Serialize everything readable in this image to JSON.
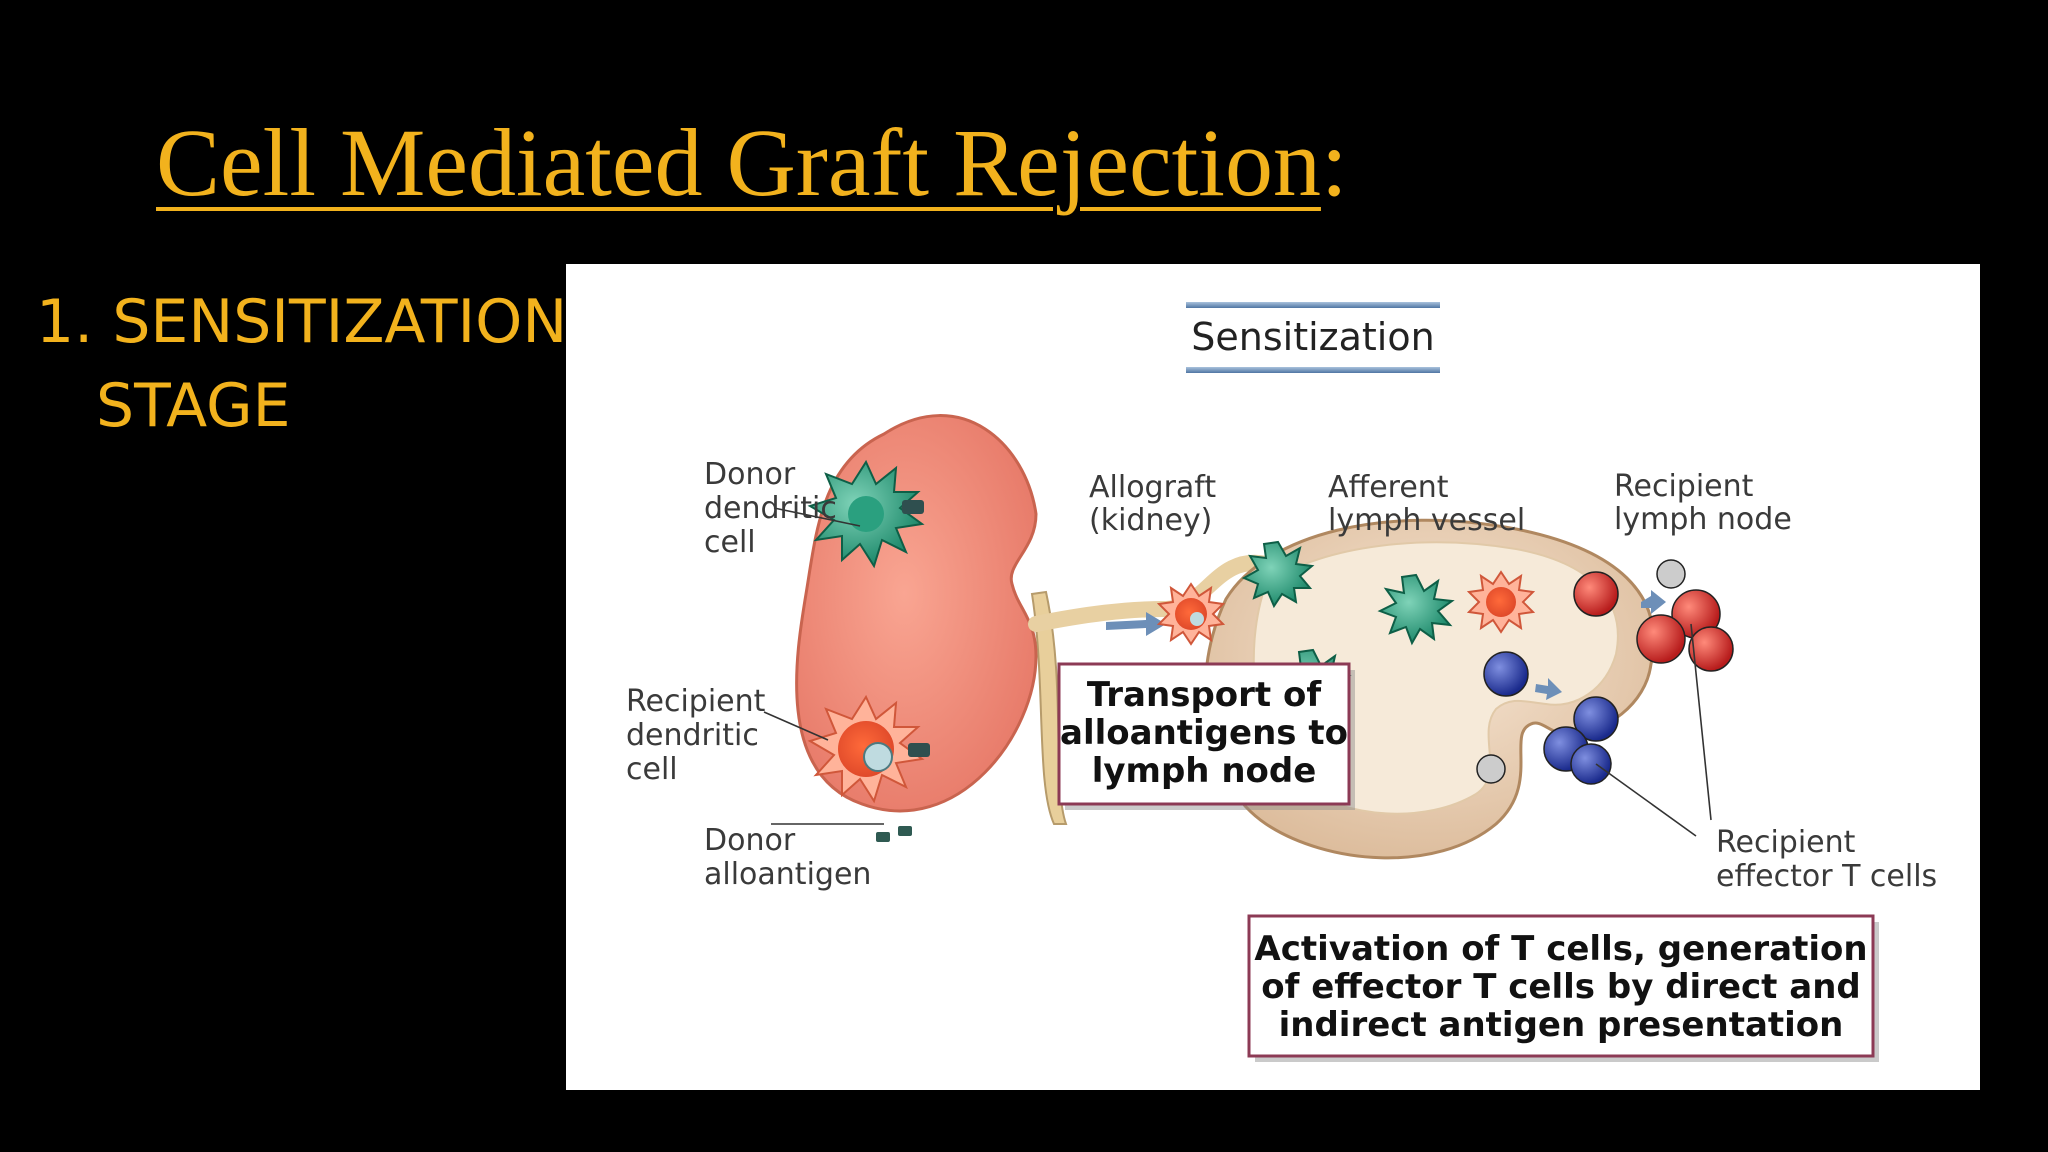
{
  "slide": {
    "title": "Cell Mediated Graft Rejection",
    "title_suffix": ":",
    "bullet_line1": "1. SENSITIZATION",
    "bullet_line2": "STAGE",
    "title_color": "#f2b21d",
    "background": "#000000"
  },
  "diagram": {
    "heading": "Sensitization",
    "labels": {
      "donor_dc": [
        "Donor",
        "dendritic",
        "cell"
      ],
      "allograft": [
        "Allograft",
        "(kidney)"
      ],
      "afferent": [
        "Afferent",
        "lymph vessel"
      ],
      "recipient_node": [
        "Recipient",
        "lymph node"
      ],
      "recipient_dc": [
        "Recipient",
        "dendritic",
        "cell"
      ],
      "donor_alloantigen": [
        "Donor",
        "alloantigen"
      ],
      "effector": [
        "Recipient",
        "effector T cells"
      ]
    },
    "box_transport": [
      "Transport of",
      "alloantigens to",
      "lymph node"
    ],
    "box_activation": [
      "Activation of T cells, generation",
      "of effector T cells by direct and",
      "indirect antigen presentation"
    ]
  }
}
